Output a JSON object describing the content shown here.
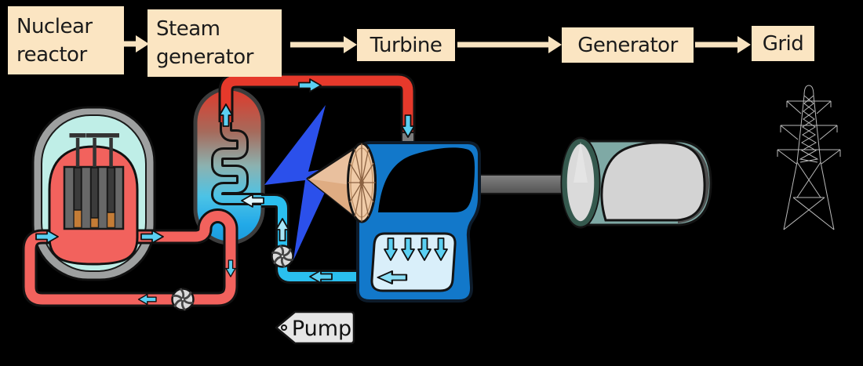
{
  "flow_diagram": {
    "boxes": [
      {
        "id": "nuclear-reactor",
        "label": "Nuclear\nreactor"
      },
      {
        "id": "steam-generator",
        "label": "Steam\ngenerator"
      },
      {
        "id": "turbine",
        "label": "Turbine"
      },
      {
        "id": "generator",
        "label": "Generator"
      },
      {
        "id": "grid",
        "label": "Grid"
      }
    ]
  },
  "illustration": {
    "pump_label": "Pump",
    "components": [
      "nuclear-reactor",
      "fuel-and-control-rods",
      "primary-coolant-loop",
      "primary-pump",
      "steam-generator",
      "heat-exchanger-coil",
      "steam-pipe",
      "lightning-bolt",
      "turbine-fan",
      "turbine-housing",
      "condenser",
      "condensate-pipe",
      "feed-pump",
      "drive-shaft",
      "generator",
      "electricity-pylon"
    ]
  },
  "colors": {
    "background": "#000000",
    "label_box_cream": "#FBE5C2",
    "hot_steam_red": "#E6392B",
    "coolant_red": "#F2625D",
    "cold_water_cyan": "#2ABFEF",
    "flow_arrow_cyan": "#5BD0F2",
    "turbine_blue": "#1278CA",
    "lightning_blue": "#2B50EB",
    "reactor_shield_cyan": "#BFEEE7",
    "reactor_shell_grey": "#9EA0A0",
    "generator_teal": "#7FA9A5",
    "cone_tan": "#E9C09E",
    "fuel_rod_orange": "#C47C36"
  }
}
